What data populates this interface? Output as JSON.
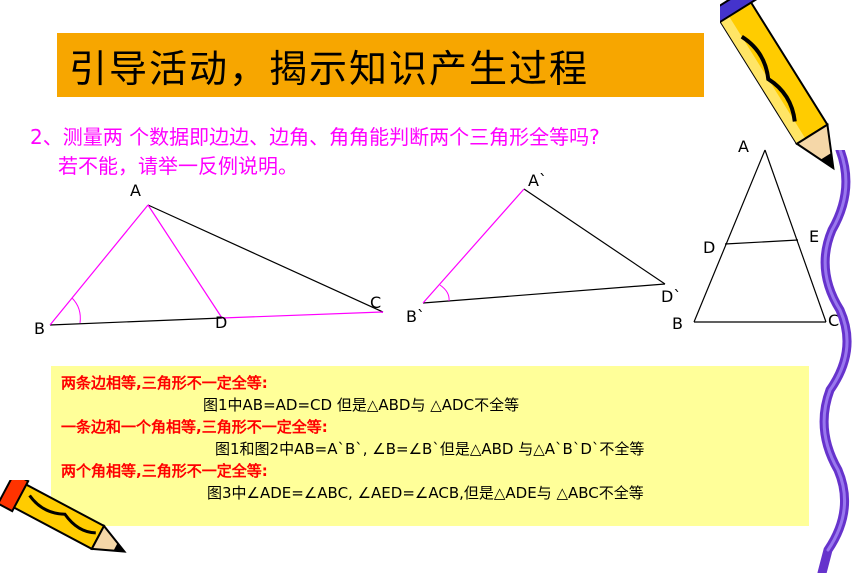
{
  "title": "引导活动，揭示知识产生过程",
  "question": {
    "line1": "2、测量两 个数据即边边、边角、角角能判断两个三角形全等吗?",
    "line2": "若不能，请举一反例说明。"
  },
  "figure1": {
    "A": "A",
    "B": "B",
    "C": "C",
    "D": "D"
  },
  "figure2": {
    "A": "A`",
    "B": "B`",
    "D": "D`"
  },
  "figure3": {
    "A": "A",
    "B": "B",
    "C": "C",
    "D": "D",
    "E": "E"
  },
  "notes": {
    "case1_head": "两条边相等,三角形不一定全等:",
    "case1_body": "图1中AB=AD=CD   但是△ABD与 △ADC不全等",
    "case2_head": "一条边和一个角相等,三角形不一定全等:",
    "case2_body": "图1和图2中AB=A`B`, ∠B=∠B`但是△ABD 与△A`B`D`不全等",
    "case3_head": "两个角相等,三角形不一定全等:",
    "case3_body": "图3中∠ADE=∠ABC, ∠AED=∠ACB,但是△ADE与 △ABC不全等"
  },
  "colors": {
    "title_bg": "#f7a600",
    "question_text": "#ff00ff",
    "notes_bg": "#ffff99",
    "notes_head": "#ff0000",
    "magenta_line": "#ff00ff"
  },
  "icons": [
    "pencil-icon-top-right",
    "pencil-icon-bottom-left",
    "ribbon-decoration"
  ]
}
